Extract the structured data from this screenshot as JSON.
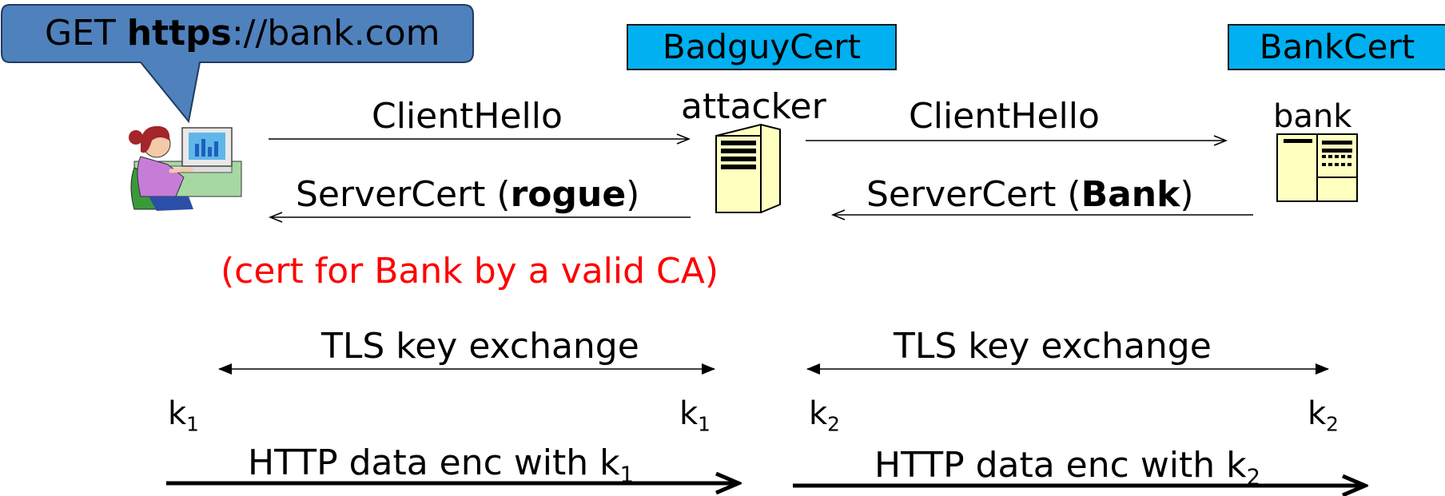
{
  "speech_bubble": {
    "text_prefix": "GET ",
    "text_bold": "https",
    "text_suffix": "://bank.com"
  },
  "cert_boxes": {
    "attacker_cert": "BadguyCert",
    "bank_cert": "BankCert"
  },
  "nodes": {
    "attacker_label": "attacker",
    "bank_label": "bank"
  },
  "messages": {
    "client_hello_left": "ClientHello",
    "client_hello_right": "ClientHello",
    "server_cert_left_prefix": "ServerCert (",
    "server_cert_left_bold": "rogue",
    "server_cert_left_suffix": ")",
    "server_cert_right_prefix": "ServerCert (",
    "server_cert_right_bold": "Bank",
    "server_cert_right_suffix": ")",
    "rogue_note": "(cert for Bank by a valid CA)",
    "tls_left": "TLS key exchange",
    "tls_right": "TLS key exchange"
  },
  "keys": {
    "k_letter": "k",
    "k1_sub": "1",
    "k2_sub": "2"
  },
  "http": {
    "left_text": "HTTP data enc with k",
    "left_sub": "1",
    "right_text": "HTTP data enc with k",
    "right_sub": "2"
  },
  "colors": {
    "bubble_fill": "#4f81bd",
    "cert_fill": "#00b0f0",
    "note_red": "#ff0000",
    "server_fill": "#ffffc0"
  }
}
